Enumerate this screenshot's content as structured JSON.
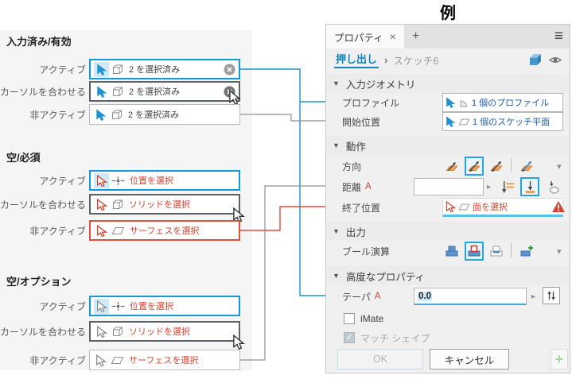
{
  "title": "例",
  "icons": {
    "caret_down": "▾",
    "caret_right": "▸",
    "menu_glyph": "≡",
    "section_arrow": "▼",
    "close": "×",
    "plus": "+",
    "chevron": "›",
    "check": "✓",
    "warn": "!"
  },
  "colors": {
    "accent_blue": "#0f9bd7",
    "link_blue": "#0a84c6",
    "value_blue": "#1a5dab",
    "error_red": "#d8432f",
    "hover_gray": "#5a6268",
    "orange": "#f1a25c",
    "boolean_blue": "#5b94cd",
    "plus_green": "#9fd89f"
  },
  "left": {
    "groups": [
      {
        "heading": "入力済み/有効",
        "rows": [
          {
            "label": "アクティブ",
            "value": "2 を選択済み"
          },
          {
            "label": "カーソルを合わせる",
            "value": "2 を選択済み"
          },
          {
            "label": "非アクティブ",
            "value": "2 を選択済み"
          }
        ]
      },
      {
        "heading": "空/必須",
        "rows": [
          {
            "label": "アクティブ",
            "value": "位置を選択"
          },
          {
            "label": "カーソルを合わせる",
            "value": "ソリッドを選択"
          },
          {
            "label": "非アクティブ",
            "value": "サーフェスを選択"
          }
        ]
      },
      {
        "heading": "空/オプション",
        "rows": [
          {
            "label": "アクティブ",
            "value": "位置を選択"
          },
          {
            "label": "カーソルを合わせる",
            "value": "ソリッドを選択"
          },
          {
            "label": "非アクティブ",
            "value": "サーフェスを選択"
          }
        ]
      }
    ]
  },
  "panel": {
    "tab": {
      "title": "プロパティ"
    },
    "breadcrumb": {
      "link": "押し出し",
      "current": "スケッチ6"
    },
    "sections": {
      "input_geometry": {
        "title": "入力ジオメトリ",
        "profile": {
          "label": "プロファイル",
          "value": "1 個のプロファイル"
        },
        "start": {
          "label": "開始位置",
          "value": "1 個のスケッチ平面"
        }
      },
      "behavior": {
        "title": "動作",
        "direction_label": "方向",
        "distance_label": "距離",
        "distance_param": "A",
        "distance_value": "",
        "end_label": "終了位置",
        "end_value": "面を選択"
      },
      "output": {
        "title": "出力",
        "boolean_label": "ブール演算"
      },
      "advanced": {
        "title": "高度なプロパティ",
        "taper_label": "テーパ",
        "taper_param": "A",
        "taper_value": "0.0",
        "imate_label": "iMate",
        "match_label": "マッチ シェイプ"
      }
    },
    "footer": {
      "ok": "OK",
      "cancel": "キャンセル"
    }
  }
}
